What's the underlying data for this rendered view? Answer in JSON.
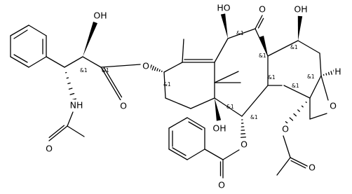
{
  "atom_labels": {
    "oh_side": "OH",
    "nh": "NH",
    "o_amide": "O",
    "o_carbonyl": "O",
    "o_ester": "O",
    "oh_c10": "HO",
    "o_ketone": "O",
    "oh_c7": "OH",
    "o_oxetane": "O",
    "h_c5": "H",
    "oh_c1": "OH",
    "o_benzoate": "O",
    "o_benzoyl": "O",
    "o_acetate": "O",
    "o_acetyl": "O"
  },
  "stereo_labels": {
    "c3p": "&1",
    "c2p": "&1",
    "c13": "&1",
    "c10": "&1",
    "c8": "&1",
    "c7": "&1",
    "c3": "&1",
    "c5": "&1",
    "c4": "&1",
    "c1": "&1",
    "c2": "&1"
  }
}
